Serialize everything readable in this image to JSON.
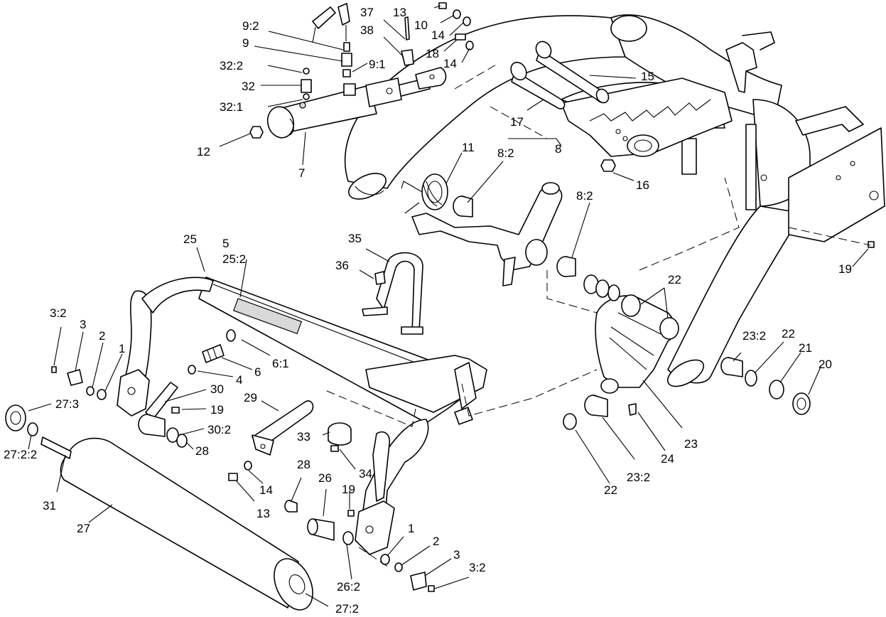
{
  "callouts": [
    {
      "id": "c-13a",
      "text": "13"
    },
    {
      "id": "c-37",
      "text": "37"
    },
    {
      "id": "c-10",
      "text": "10"
    },
    {
      "id": "c-38",
      "text": "38"
    },
    {
      "id": "c-14a",
      "text": "14"
    },
    {
      "id": "c-18",
      "text": "18"
    },
    {
      "id": "c-14b",
      "text": "14"
    },
    {
      "id": "c-9-2",
      "text": "9:2"
    },
    {
      "id": "c-9",
      "text": "9"
    },
    {
      "id": "c-32-2",
      "text": "32:2"
    },
    {
      "id": "c-9-1",
      "text": "9:1"
    },
    {
      "id": "c-32",
      "text": "32"
    },
    {
      "id": "c-32-1",
      "text": "32:1"
    },
    {
      "id": "c-12",
      "text": "12"
    },
    {
      "id": "c-7",
      "text": "7"
    },
    {
      "id": "c-15",
      "text": "15"
    },
    {
      "id": "c-17",
      "text": "17"
    },
    {
      "id": "c-11",
      "text": "11"
    },
    {
      "id": "c-8-2a",
      "text": "8:2"
    },
    {
      "id": "c-8",
      "text": "8"
    },
    {
      "id": "c-16",
      "text": "16"
    },
    {
      "id": "c-8-2b",
      "text": "8:2"
    },
    {
      "id": "c-19a",
      "text": "19"
    },
    {
      "id": "c-25",
      "text": "25"
    },
    {
      "id": "c-5",
      "text": "5"
    },
    {
      "id": "c-25-2",
      "text": "25:2"
    },
    {
      "id": "c-35",
      "text": "35"
    },
    {
      "id": "c-36",
      "text": "36"
    },
    {
      "id": "c-22a",
      "text": "22"
    },
    {
      "id": "c-3-2a",
      "text": "3:2"
    },
    {
      "id": "c-3a",
      "text": "3"
    },
    {
      "id": "c-2a",
      "text": "2"
    },
    {
      "id": "c-1a",
      "text": "1"
    },
    {
      "id": "c-6-1",
      "text": "6:1"
    },
    {
      "id": "c-6",
      "text": "6"
    },
    {
      "id": "c-4",
      "text": "4"
    },
    {
      "id": "c-30",
      "text": "30"
    },
    {
      "id": "c-29",
      "text": "29"
    },
    {
      "id": "c-19b",
      "text": "19"
    },
    {
      "id": "c-27-3",
      "text": "27:3"
    },
    {
      "id": "c-30-2",
      "text": "30:2"
    },
    {
      "id": "c-28a",
      "text": "28"
    },
    {
      "id": "c-23-2a",
      "text": "23:2"
    },
    {
      "id": "c-22b",
      "text": "22"
    },
    {
      "id": "c-21",
      "text": "21"
    },
    {
      "id": "c-20",
      "text": "20"
    },
    {
      "id": "c-33",
      "text": "33"
    },
    {
      "id": "c-34",
      "text": "34"
    },
    {
      "id": "c-27-2-2",
      "text": "27:2:2"
    },
    {
      "id": "c-14c",
      "text": "14"
    },
    {
      "id": "c-31",
      "text": "31"
    },
    {
      "id": "c-13b",
      "text": "13"
    },
    {
      "id": "c-28b",
      "text": "28"
    },
    {
      "id": "c-26",
      "text": "26"
    },
    {
      "id": "c-19c",
      "text": "19"
    },
    {
      "id": "c-23",
      "text": "23"
    },
    {
      "id": "c-24",
      "text": "24"
    },
    {
      "id": "c-23-2b",
      "text": "23:2"
    },
    {
      "id": "c-22c",
      "text": "22"
    },
    {
      "id": "c-27",
      "text": "27"
    },
    {
      "id": "c-1b",
      "text": "1"
    },
    {
      "id": "c-2b",
      "text": "2"
    },
    {
      "id": "c-3b",
      "text": "3"
    },
    {
      "id": "c-3-2b",
      "text": "3:2"
    },
    {
      "id": "c-26-2",
      "text": "26:2"
    },
    {
      "id": "c-27-2",
      "text": "27:2"
    }
  ]
}
